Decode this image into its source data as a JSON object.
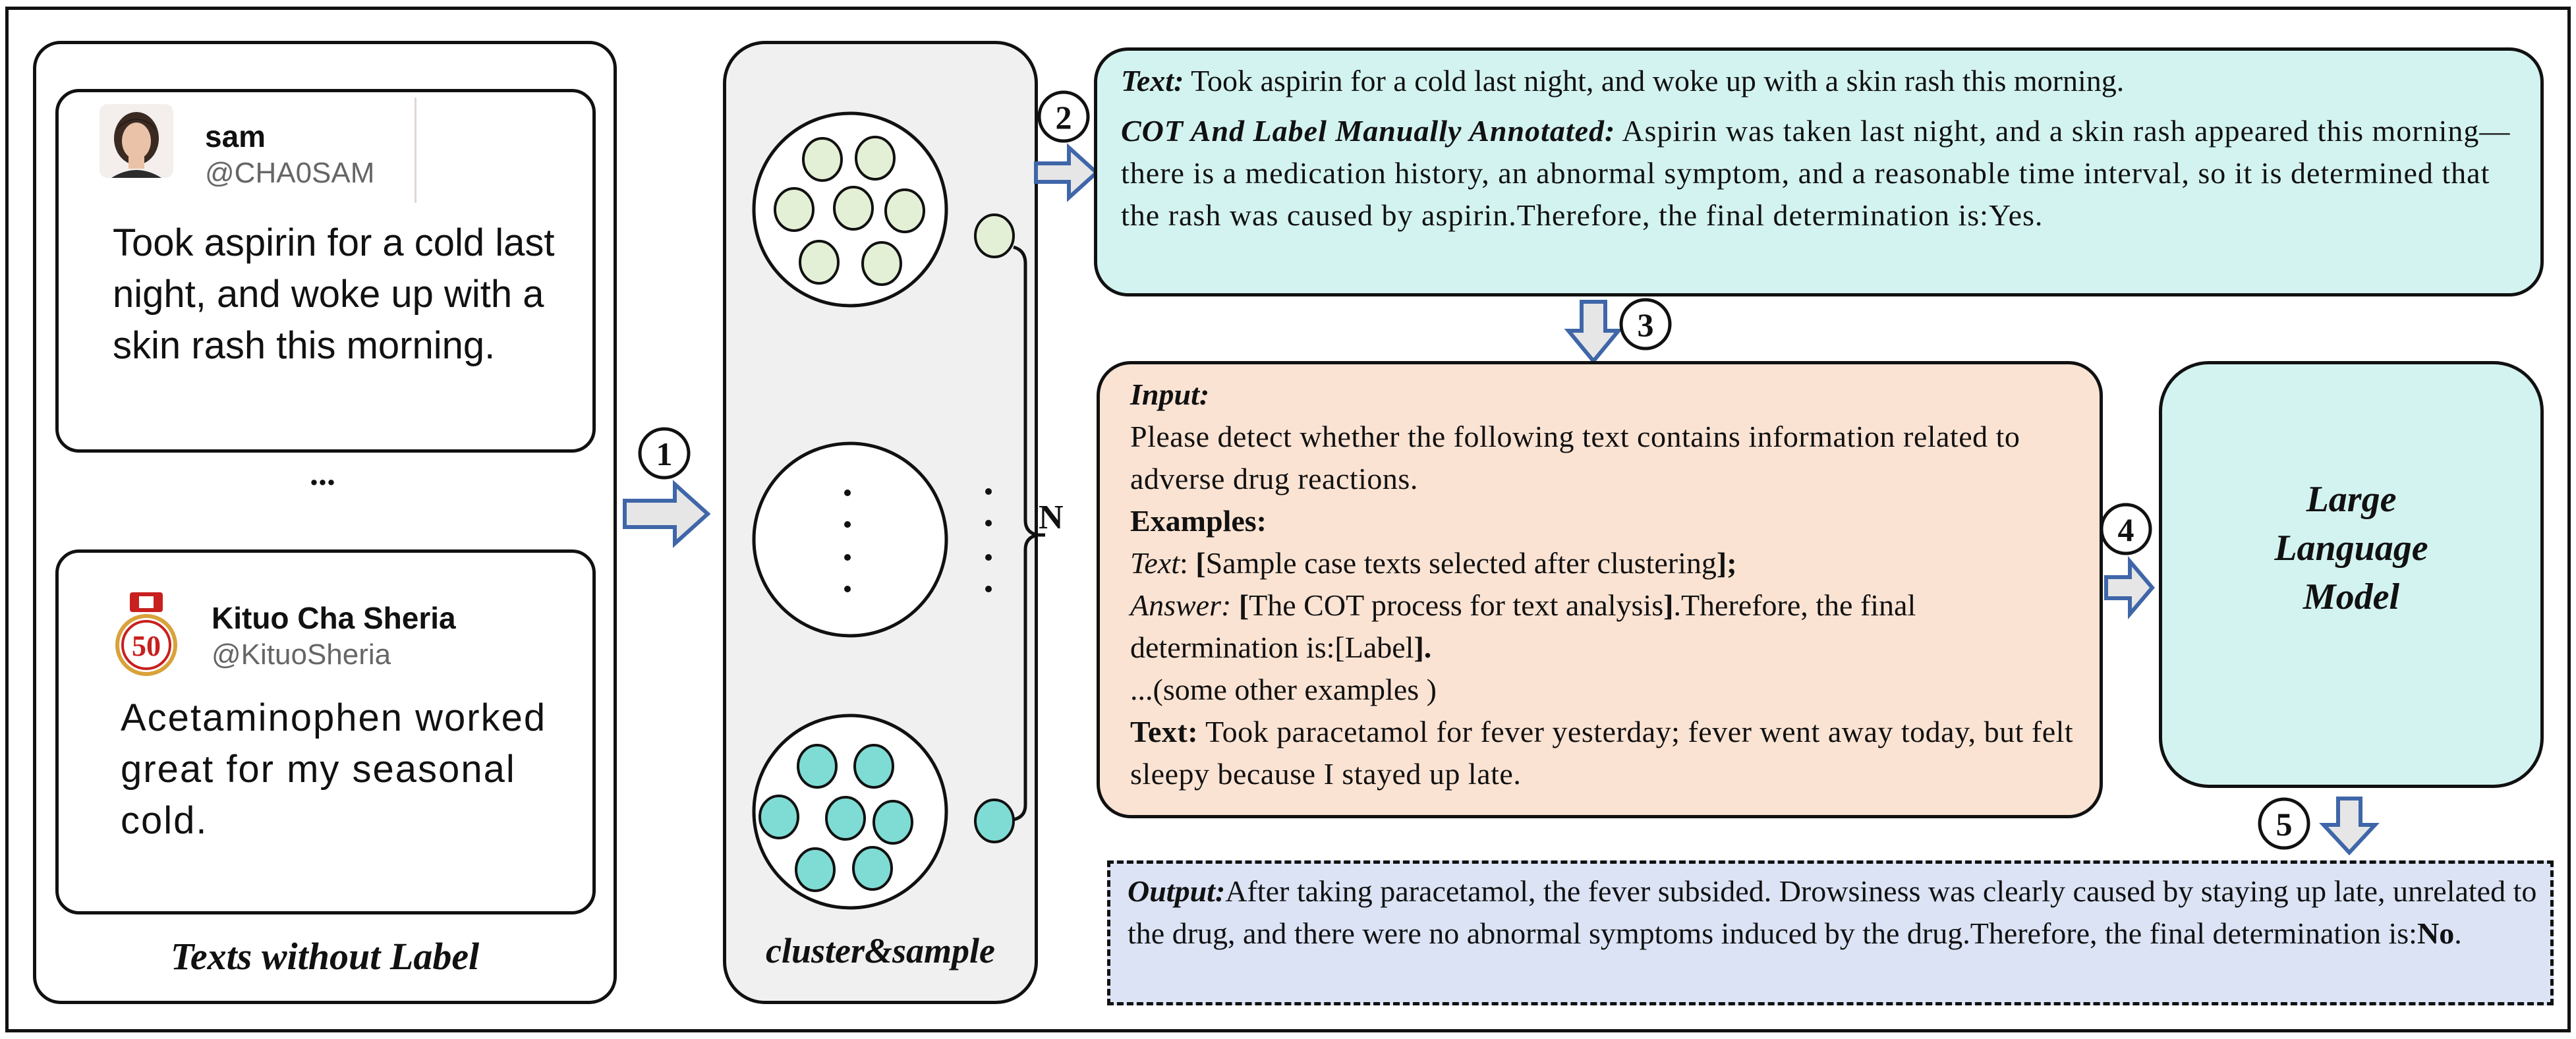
{
  "left_panel": {
    "title": "Texts without Label",
    "tweet1": {
      "name": "sam",
      "handle": "@CHA0SAM",
      "text": "Took aspirin for a cold last night, and woke up with a skin rash this morning."
    },
    "ellipsis": "...",
    "tweet2": {
      "name": "Kituo Cha Sheria",
      "handle": "@KituoSheria",
      "logo_number": "50",
      "text": "Acetaminophen worked great for my seasonal cold."
    }
  },
  "cluster_panel": {
    "title": "cluster&sample",
    "n_label": "N"
  },
  "steps": [
    "1",
    "2",
    "3",
    "4",
    "5"
  ],
  "annotated_box": {
    "text_label": "Text:",
    "text_value": " Took aspirin for a cold last night, and woke up  with a skin rash this morning.",
    "cot_label": "COT And Label Manually Annotated:",
    "cot_value": " Aspirin was taken last night, and a skin rash appeared this morning—there is a medication history, an abnormal symptom, and a reasonable time interval, so it is determined that the rash was caused by aspirin.Therefore, the final determination is:Yes."
  },
  "prompt_box": {
    "input_label": "Input:",
    "instruction": "Please detect whether the following text contains information related to adverse drug reactions.",
    "examples_label": "Examples:",
    "example_text_label": "Text",
    "example_text_colon": ": ",
    "example_text_open": "[",
    "example_text_value": "Sample case texts selected after clustering",
    "example_text_close": "];",
    "answer_label": "Answer:",
    "answer_open": " [",
    "answer_value": "The COT process for text analysis",
    "answer_close": "]",
    "answer_rest": ".Therefore, the final determination is:[Label",
    "answer_end": "].",
    "other_examples": "...(some other examples )",
    "query_label": "Text:",
    "query_value": " Took paracetamol for fever yesterday; fever went away today, but felt sleepy because I stayed up late."
  },
  "llm_box": {
    "line1": "Large",
    "line2": "Language",
    "line3": "Model"
  },
  "output_box": {
    "label": "Output:",
    "value": "After taking paracetamol, the fever subsided. Drowsiness was clearly caused by staying up late, unrelated to the drug, and there were no abnormal symptoms induced by the drug.Therefore, the final determination is:",
    "verdict": "No",
    "end": "."
  },
  "colors": {
    "annotated_fill": "#d3f3f0",
    "prompt_fill": "#fbe3d3",
    "llm_fill": "#d3f3f0",
    "output_fill": "#dbe3f5",
    "cluster_fill": "#f0f0f0",
    "light_dot": "#e4f0d6",
    "teal_dot": "#7edcd4",
    "arrow_fill": "#e6e6e6",
    "arrow_stroke": "#3f66a8"
  },
  "icons": [
    "sam-avatar-icon",
    "kituo-logo-icon"
  ]
}
